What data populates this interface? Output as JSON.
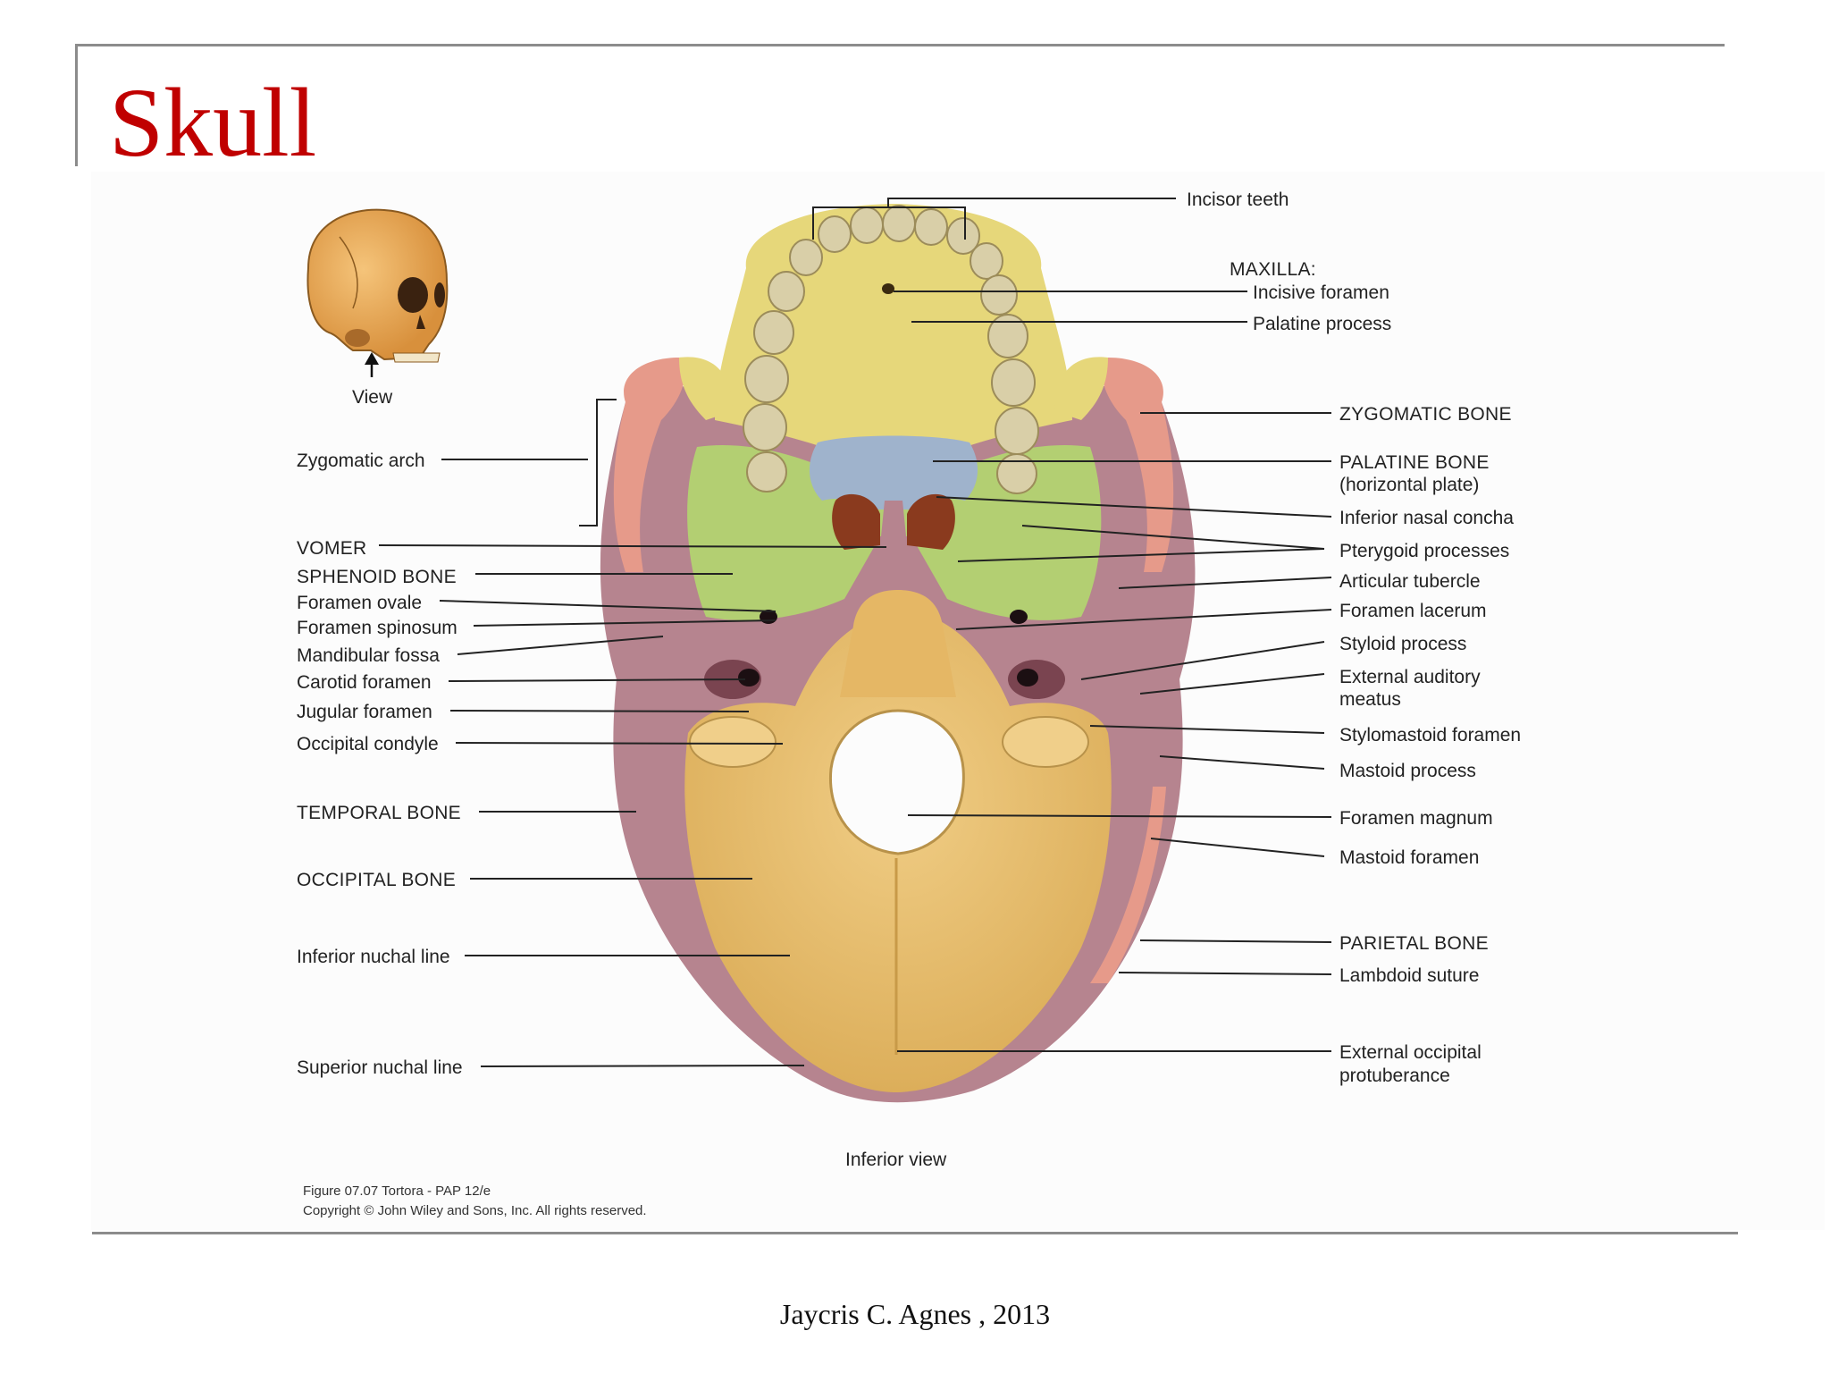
{
  "slide": {
    "title": "Skull",
    "footer": "Jaycris C. Agnes , 2013"
  },
  "figure": {
    "view_caption": "View",
    "inferior_view": "Inferior view",
    "credit_line1": "Figure 07.07  Tortora - PAP 12/e",
    "credit_line2": "Copyright © John Wiley and Sons, Inc. All rights reserved."
  },
  "labels_left": {
    "zygomatic_arch": "Zygomatic arch",
    "vomer": "VOMER",
    "sphenoid_bone": "SPHENOID BONE",
    "foramen_ovale": "Foramen ovale",
    "foramen_spinosum": "Foramen spinosum",
    "mandibular_fossa": "Mandibular fossa",
    "carotid_foramen": "Carotid foramen",
    "jugular_foramen": "Jugular foramen",
    "occipital_condyle": "Occipital condyle",
    "temporal_bone": "TEMPORAL BONE",
    "occipital_bone": "OCCIPITAL BONE",
    "inferior_nuchal_line": "Inferior nuchal line",
    "superior_nuchal_line": "Superior nuchal line"
  },
  "labels_right": {
    "incisor_teeth": "Incisor teeth",
    "maxilla": "MAXILLA:",
    "incisive_foramen": "Incisive foramen",
    "palatine_process": "Palatine process",
    "zygomatic_bone": "ZYGOMATIC BONE",
    "palatine_bone": "PALATINE BONE",
    "palatine_bone_sub": "(horizontal plate)",
    "inferior_nasal_concha": "Inferior nasal concha",
    "pterygoid_processes": "Pterygoid processes",
    "articular_tubercle": "Articular tubercle",
    "foramen_lacerum": "Foramen lacerum",
    "styloid_process": "Styloid process",
    "external_auditory": "External auditory",
    "meatus": "meatus",
    "stylomastoid_foramen": "Stylomastoid foramen",
    "mastoid_process": "Mastoid process",
    "foramen_magnum": "Foramen magnum",
    "mastoid_foramen": "Mastoid foramen",
    "parietal_bone": "PARIETAL BONE",
    "lambdoid_suture": "Lambdoid suture",
    "external_occipital": "External occipital",
    "protuberance": "protuberance"
  },
  "colors": {
    "title_red": "#c00000",
    "maxilla_yellow": "#e6d77a",
    "palatine_blue": "#9fb3cc",
    "sphenoid_green": "#b3cf72",
    "temporal_mauve": "#b6848f",
    "occipital_tan": "#e7bc6a",
    "zygomatic_salmon": "#e69a8a",
    "teeth": "#d9cfa8"
  }
}
